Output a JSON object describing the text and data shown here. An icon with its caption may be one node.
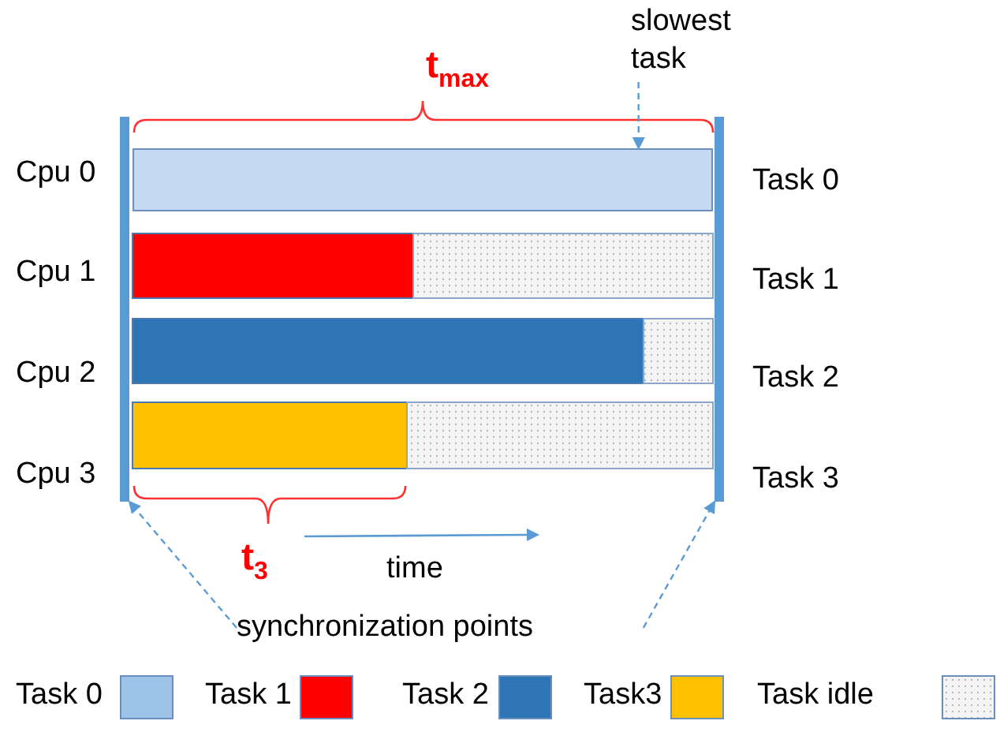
{
  "diagram": {
    "nodes": [
      {
        "text": [],
        "shape": "bar"
      },
      {
        "text": [],
        "shape": "bar"
      },
      {
        "text": [
          "slowest task"
        ]
      },
      {
        "text": [],
        "shape": "bar"
      },
      {
        "text": [
          "synchronization points"
        ]
      }
    ],
    "edges": [
      {
        "from": 2,
        "to": 3,
        "arrow": "to",
        "style": "dashed"
      },
      {
        "from": 4,
        "to": 0,
        "arrow": "to",
        "style": "dashed"
      },
      {
        "from": 4,
        "to": 1,
        "arrow": "to",
        "style": "dashed"
      }
    ],
    "labels": [
      "t$_{max}$",
      "Cpu 0",
      "Task 0",
      "Cpu 1",
      "Task 1",
      "Cpu 2",
      "Task 2",
      "Cpu 3",
      "Task 3",
      "t$_{3}$",
      "time"
    ],
    "legend": [
      {
        "text": "Task 0",
        "color": "#9dc3e6"
      },
      {
        "text": "Task 1",
        "color": "#ff0000"
      },
      {
        "text": "Task 2",
        "color": "#2e75b6"
      },
      {
        "text": "Task3",
        "color": "#ffc000"
      },
      {
        "text": "Task idle"
      }
    ]
  }
}
